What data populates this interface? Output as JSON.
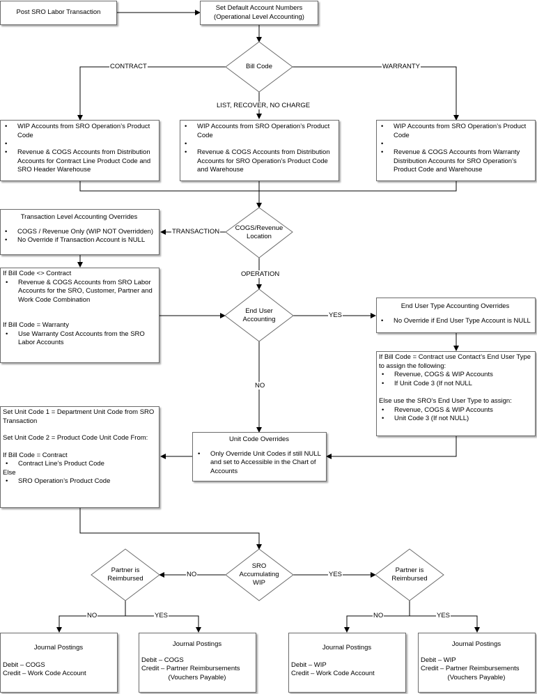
{
  "nodes": {
    "start": "Post SRO Labor Transaction",
    "set_default": [
      "Set Default Account Numbers",
      "(Operational Level Accounting)"
    ],
    "bill_code": "Bill Code",
    "contract_box": [
      "WIP Accounts from SRO Operation’s Product Code",
      "Revenue & COGS Accounts from Distribution Accounts for Contract Line Product Code and SRO Header Warehouse"
    ],
    "list_box": [
      "WIP Accounts from SRO Operation’s Product Code",
      "Revenue & COGS Accounts from Distribution Accounts for SRO Operation’s Product Code and Warehouse"
    ],
    "warranty_box": [
      "WIP Accounts from SRO Operation’s Product Code",
      "Revenue & COGS Accounts from Warranty Distribution Accounts for SRO Operation’s Product Code and Warehouse"
    ],
    "cogs_rev_loc": [
      "COGS/Revenue",
      "Location"
    ],
    "txn_overrides": {
      "title": "Transaction Level Accounting Overrides",
      "items": [
        "COGS / Revenue Only (WIP NOT Overridden)",
        "No Override if Transaction Account is NULL"
      ]
    },
    "labor_box": {
      "h1": "If Bill Code <> Contract",
      "i1": "Revenue & COGS Accounts from SRO Labor Accounts for the SRO, Customer, Partner and Work Code Combination",
      "h2": "If Bill Code = Warranty",
      "i2": "Use Warranty Cost Accounts from the SRO Labor Accounts"
    },
    "end_user": [
      "End User",
      "Accounting"
    ],
    "eu_overrides": {
      "title": "End User Type Accounting Overrides",
      "items": [
        "No Override if End User Type Account is NULL"
      ]
    },
    "eu_detail": {
      "p1": "If Bill Code = Contract use Contact’s End User Type to assign the following:",
      "items1": [
        "Revenue, COGS & WIP Accounts",
        "If Unit Code 3 (If not NULL"
      ],
      "p2": "Else use the SRO’s End User Type to assign:",
      "items2": [
        "Revenue, COGS & WIP Accounts",
        "Unit Code 3 (If not NULL)"
      ]
    },
    "unit_overrides": {
      "title": "Unit Code Overrides",
      "items": [
        "Only Override Unit Codes if still NULL and set to Accessible in the Chart of Accounts"
      ]
    },
    "set_unit": {
      "l1": "Set Unit Code 1 = Department Unit Code from SRO Transaction",
      "l2": "Set Unit Code 2 = Product Code Unit Code From:",
      "l3": "If Bill Code = Contract",
      "i1": "Contract Line’s Product Code",
      "l4": "Else",
      "i2": "SRO Operation’s Product Code"
    },
    "sro_wip": [
      "SRO",
      "Accumulating",
      "WIP"
    ],
    "partner_left": [
      "Partner is",
      "Reimbursed"
    ],
    "partner_right": [
      "Partner is",
      "Reimbursed"
    ],
    "jp1": {
      "title": "Journal Postings",
      "l1": "Debit – COGS",
      "l2": "Credit – Work Code Account"
    },
    "jp2": {
      "title": "Journal Postings",
      "l1": "Debit – COGS",
      "l2": "Credit – Partner Reimbursements",
      "l3": "(Vouchers Payable)"
    },
    "jp3": {
      "title": "Journal Postings",
      "l1": "Debit – WIP",
      "l2": "Credit – Work Code Account"
    },
    "jp4": {
      "title": "Journal Postings",
      "l1": "Debit – WIP",
      "l2": "Credit – Partner Reimbursements",
      "l3": "(Vouchers Payable)"
    }
  },
  "edges": {
    "contract": "CONTRACT",
    "warranty": "WARRANTY",
    "list": "LIST, RECOVER, NO CHARGE",
    "transaction": "TRANSACTION",
    "operation": "OPERATION",
    "yes_eu": "YES",
    "no_eu": "NO",
    "no_wip": "NO",
    "yes_wip": "YES",
    "no_pl": "NO",
    "yes_pl": "YES",
    "no_pr": "NO",
    "yes_pr": "YES"
  }
}
